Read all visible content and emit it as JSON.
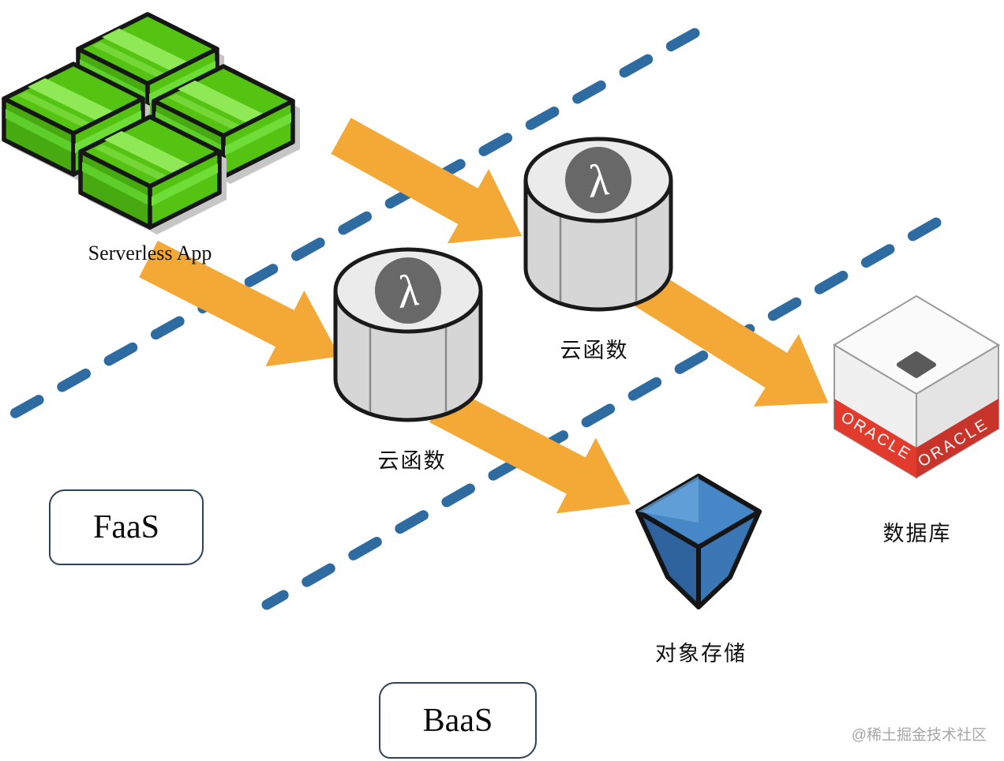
{
  "diagram": {
    "serverless_app": {
      "label": "Serverless App"
    },
    "cloud_function_upper": {
      "label": "云函数",
      "icon_glyph": "λ"
    },
    "cloud_function_lower": {
      "label": "云函数",
      "icon_glyph": "λ"
    },
    "database": {
      "label": "数据库",
      "brand": "ORACLE"
    },
    "object_storage": {
      "label": "对象存储"
    },
    "zones": {
      "faas_label": "FaaS",
      "baas_label": "BaaS"
    },
    "watermark": "@稀土掘金技术社区",
    "colors": {
      "app_box_green": "#55c312",
      "app_box_green_dark": "#46aa10",
      "arrow_orange": "#f4a937",
      "dashed_line_blue": "#2d6ba0",
      "storage_blue": "#3a77b4",
      "oracle_red": "#e23b2e",
      "cylinder_gray": "#d6d6d6"
    }
  }
}
